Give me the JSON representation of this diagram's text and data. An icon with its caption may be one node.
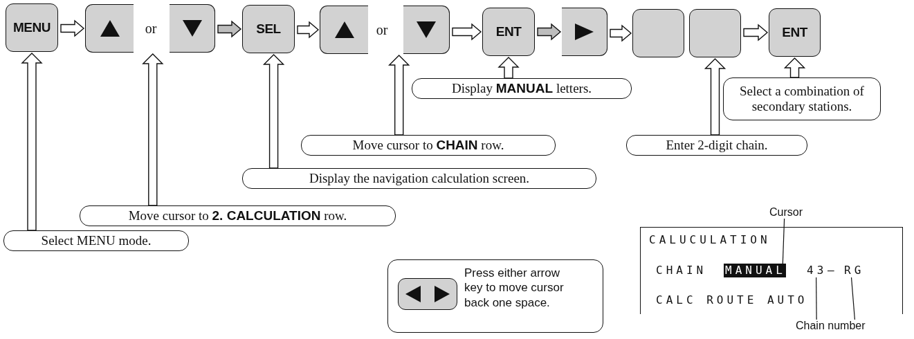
{
  "diagram": {
    "nodes": [
      {
        "text": [
          "MENU"
        ]
      },
      {
        "text": [
          "or"
        ]
      },
      {
        "text": [],
        "shape": "box",
        "in": 1
      },
      {
        "text": [],
        "shape": "box",
        "in": 1
      },
      {
        "text": [
          "SEL"
        ]
      },
      {
        "text": [
          "or"
        ]
      },
      {
        "text": [],
        "shape": "box",
        "in": 5
      },
      {
        "text": [],
        "shape": "box",
        "in": 5
      },
      {
        "text": [
          "ENT"
        ]
      },
      {
        "text": [],
        "shape": "box"
      },
      {
        "text": [],
        "shape": "box"
      },
      {
        "text": [],
        "shape": "box"
      },
      {
        "text": [
          "ENT"
        ]
      },
      {
        "text": [
          "Display **MANUAL** letters."
        ]
      },
      {
        "text": [
          "Select a combination of secondary stations."
        ]
      },
      {
        "text": [
          "Move cursor to **CHAIN** row."
        ]
      },
      {
        "text": [
          "Enter 2-digit chain."
        ]
      },
      {
        "text": [
          "Display the navigation calculation screen."
        ]
      },
      {
        "text": [
          "Move cursor to **2. CALCULATION** row."
        ]
      },
      {
        "text": [
          "Cursor"
        ]
      },
      {
        "text": [
          "CALUCULATION",
          "CHAIN",
          "—",
          "CALC ROUTE AUTO"
        ]
      },
      {
        "text": [
          "MANUAL"
        ],
        "in": 20
      },
      {
        "text": [
          "43"
        ],
        "in": 20
      },
      {
        "text": [
          "RG"
        ],
        "in": 20
      },
      {
        "text": [
          "Select MENU mode."
        ]
      },
      {
        "text": [
          "Press either arrow key to move cursor back one space."
        ]
      },
      {
        "text": [],
        "shape": "box",
        "in": 25
      },
      {
        "text": [
          "Chain number"
        ]
      }
    ],
    "edges": [
      {
        "from": 0,
        "to": 1,
        "arrow": "to"
      },
      {
        "from": 1,
        "to": 4,
        "arrow": "to",
        "color": "#bdbdbd"
      },
      {
        "from": 4,
        "to": 5,
        "arrow": "to"
      },
      {
        "from": 5,
        "to": 8,
        "arrow": "to"
      },
      {
        "from": 8,
        "to": 9,
        "arrow": "to",
        "color": "#bdbdbd"
      },
      {
        "from": 9,
        "to": 10,
        "arrow": "to"
      },
      {
        "from": 11,
        "to": 12,
        "arrow": "to"
      },
      {
        "from": 24,
        "to": 0,
        "arrow": "to"
      },
      {
        "from": 18,
        "to": 1,
        "arrow": "to"
      },
      {
        "from": 17,
        "to": 4,
        "arrow": "to"
      },
      {
        "from": 15,
        "to": 5,
        "arrow": "to"
      },
      {
        "from": 13,
        "to": 8,
        "arrow": "to"
      },
      {
        "from": 16,
        "to": 11,
        "arrow": "to"
      },
      {
        "from": 14,
        "to": 12,
        "arrow": "to"
      },
      {
        "from": 19,
        "to": 21,
        "arrow": "none"
      },
      {
        "from": 27,
        "to": 22,
        "arrow": "none"
      },
      {
        "from": 27,
        "to": 23,
        "arrow": "none"
      }
    ]
  }
}
